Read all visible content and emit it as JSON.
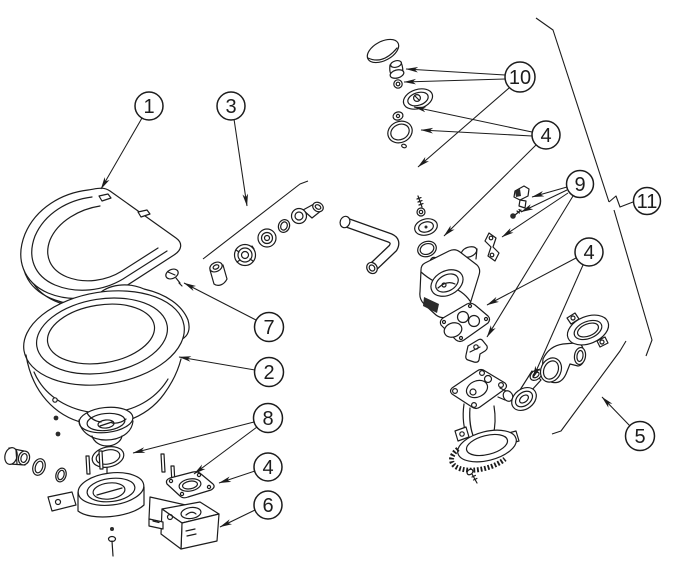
{
  "figure": {
    "type": "exploded-parts-diagram",
    "subject": "manual-marine-toilet",
    "background_color": "#ffffff",
    "line_color": "#1c1c1c"
  },
  "callouts": [
    {
      "id": "callout-1",
      "label": "1",
      "points_to": "seat-and-lid"
    },
    {
      "id": "callout-3",
      "label": "3",
      "points_to": "inlet-fitting-set"
    },
    {
      "id": "callout-10",
      "label": "10",
      "points_to": "pump-knob-nut-and-rod"
    },
    {
      "id": "callout-4-top",
      "label": "4",
      "points_to": "piston-seals-and-orings"
    },
    {
      "id": "callout-9",
      "label": "9",
      "points_to": "fastener-clips-and-bracket"
    },
    {
      "id": "callout-11",
      "label": "11",
      "points_to": "pump-assembly-group"
    },
    {
      "id": "callout-4-mid",
      "label": "4",
      "points_to": "pump-gasket-and-joker-valve"
    },
    {
      "id": "callout-7",
      "label": "7",
      "points_to": "hinge-screw"
    },
    {
      "id": "callout-2",
      "label": "2",
      "points_to": "bowl"
    },
    {
      "id": "callout-8",
      "label": "8",
      "points_to": "base-seal-rings"
    },
    {
      "id": "callout-4-bottom",
      "label": "4",
      "points_to": "base-gasket-plate"
    },
    {
      "id": "callout-6",
      "label": "6",
      "points_to": "mounting-base"
    },
    {
      "id": "callout-5",
      "label": "5",
      "points_to": "discharge-fitting-group"
    }
  ]
}
